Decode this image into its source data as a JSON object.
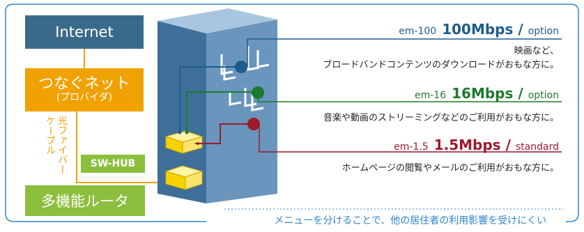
{
  "boxes": {
    "internet": "Internet",
    "provider": "つなぐネット",
    "provider_sub": "(プロバイダ)",
    "fiber_col1": "光ファイバー",
    "fiber_col2": "ケーブル",
    "swhub": "SW-HUB",
    "router": "多機能ルータ"
  },
  "plans": [
    {
      "model": "em-100",
      "speed": "100Mbps",
      "slash": "/",
      "tier": "option",
      "color": "#1f5b8c",
      "desc": [
        "映画など、",
        "ブロードバンドコンテンツのダウンロードがおもな方に。"
      ]
    },
    {
      "model": "em-16",
      "speed": "16Mbps",
      "slash": "/",
      "tier": "option",
      "color": "#1d7a2c",
      "desc": [
        "音楽や動画のストリーミングなどのご利用がおもな方に。"
      ]
    },
    {
      "model": "em-1.5",
      "speed": "1.5Mbps",
      "slash": "/",
      "tier": "standard",
      "color": "#9e1a2c",
      "desc": [
        "ホームページの閲覧やメールのご利用がおもな方に。"
      ]
    }
  ],
  "footer": "メニューを分けることで、他の居住者の利用影響を受けにくい",
  "colors": {
    "frame": "#2f86c8",
    "internet_box": "#3a6a8a",
    "provider_box": "#f0a202",
    "green_box": "#8bbf3d",
    "building": "#6a95bd"
  }
}
